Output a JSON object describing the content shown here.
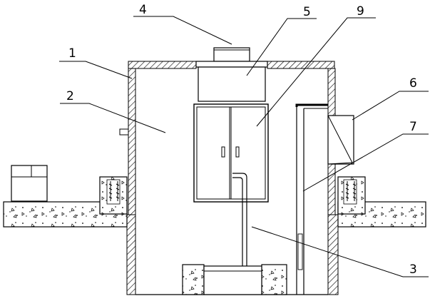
{
  "diagram": {
    "callouts": [
      {
        "id": "c1",
        "label": "1"
      },
      {
        "id": "c2",
        "label": "2"
      },
      {
        "id": "c3",
        "label": "3"
      },
      {
        "id": "c4",
        "label": "4"
      },
      {
        "id": "c5",
        "label": "5"
      },
      {
        "id": "c6",
        "label": "6"
      },
      {
        "id": "c7",
        "label": "7"
      },
      {
        "id": "c9",
        "label": "9"
      }
    ]
  },
  "colors": {
    "stroke": "#000000",
    "background": "#ffffff"
  }
}
